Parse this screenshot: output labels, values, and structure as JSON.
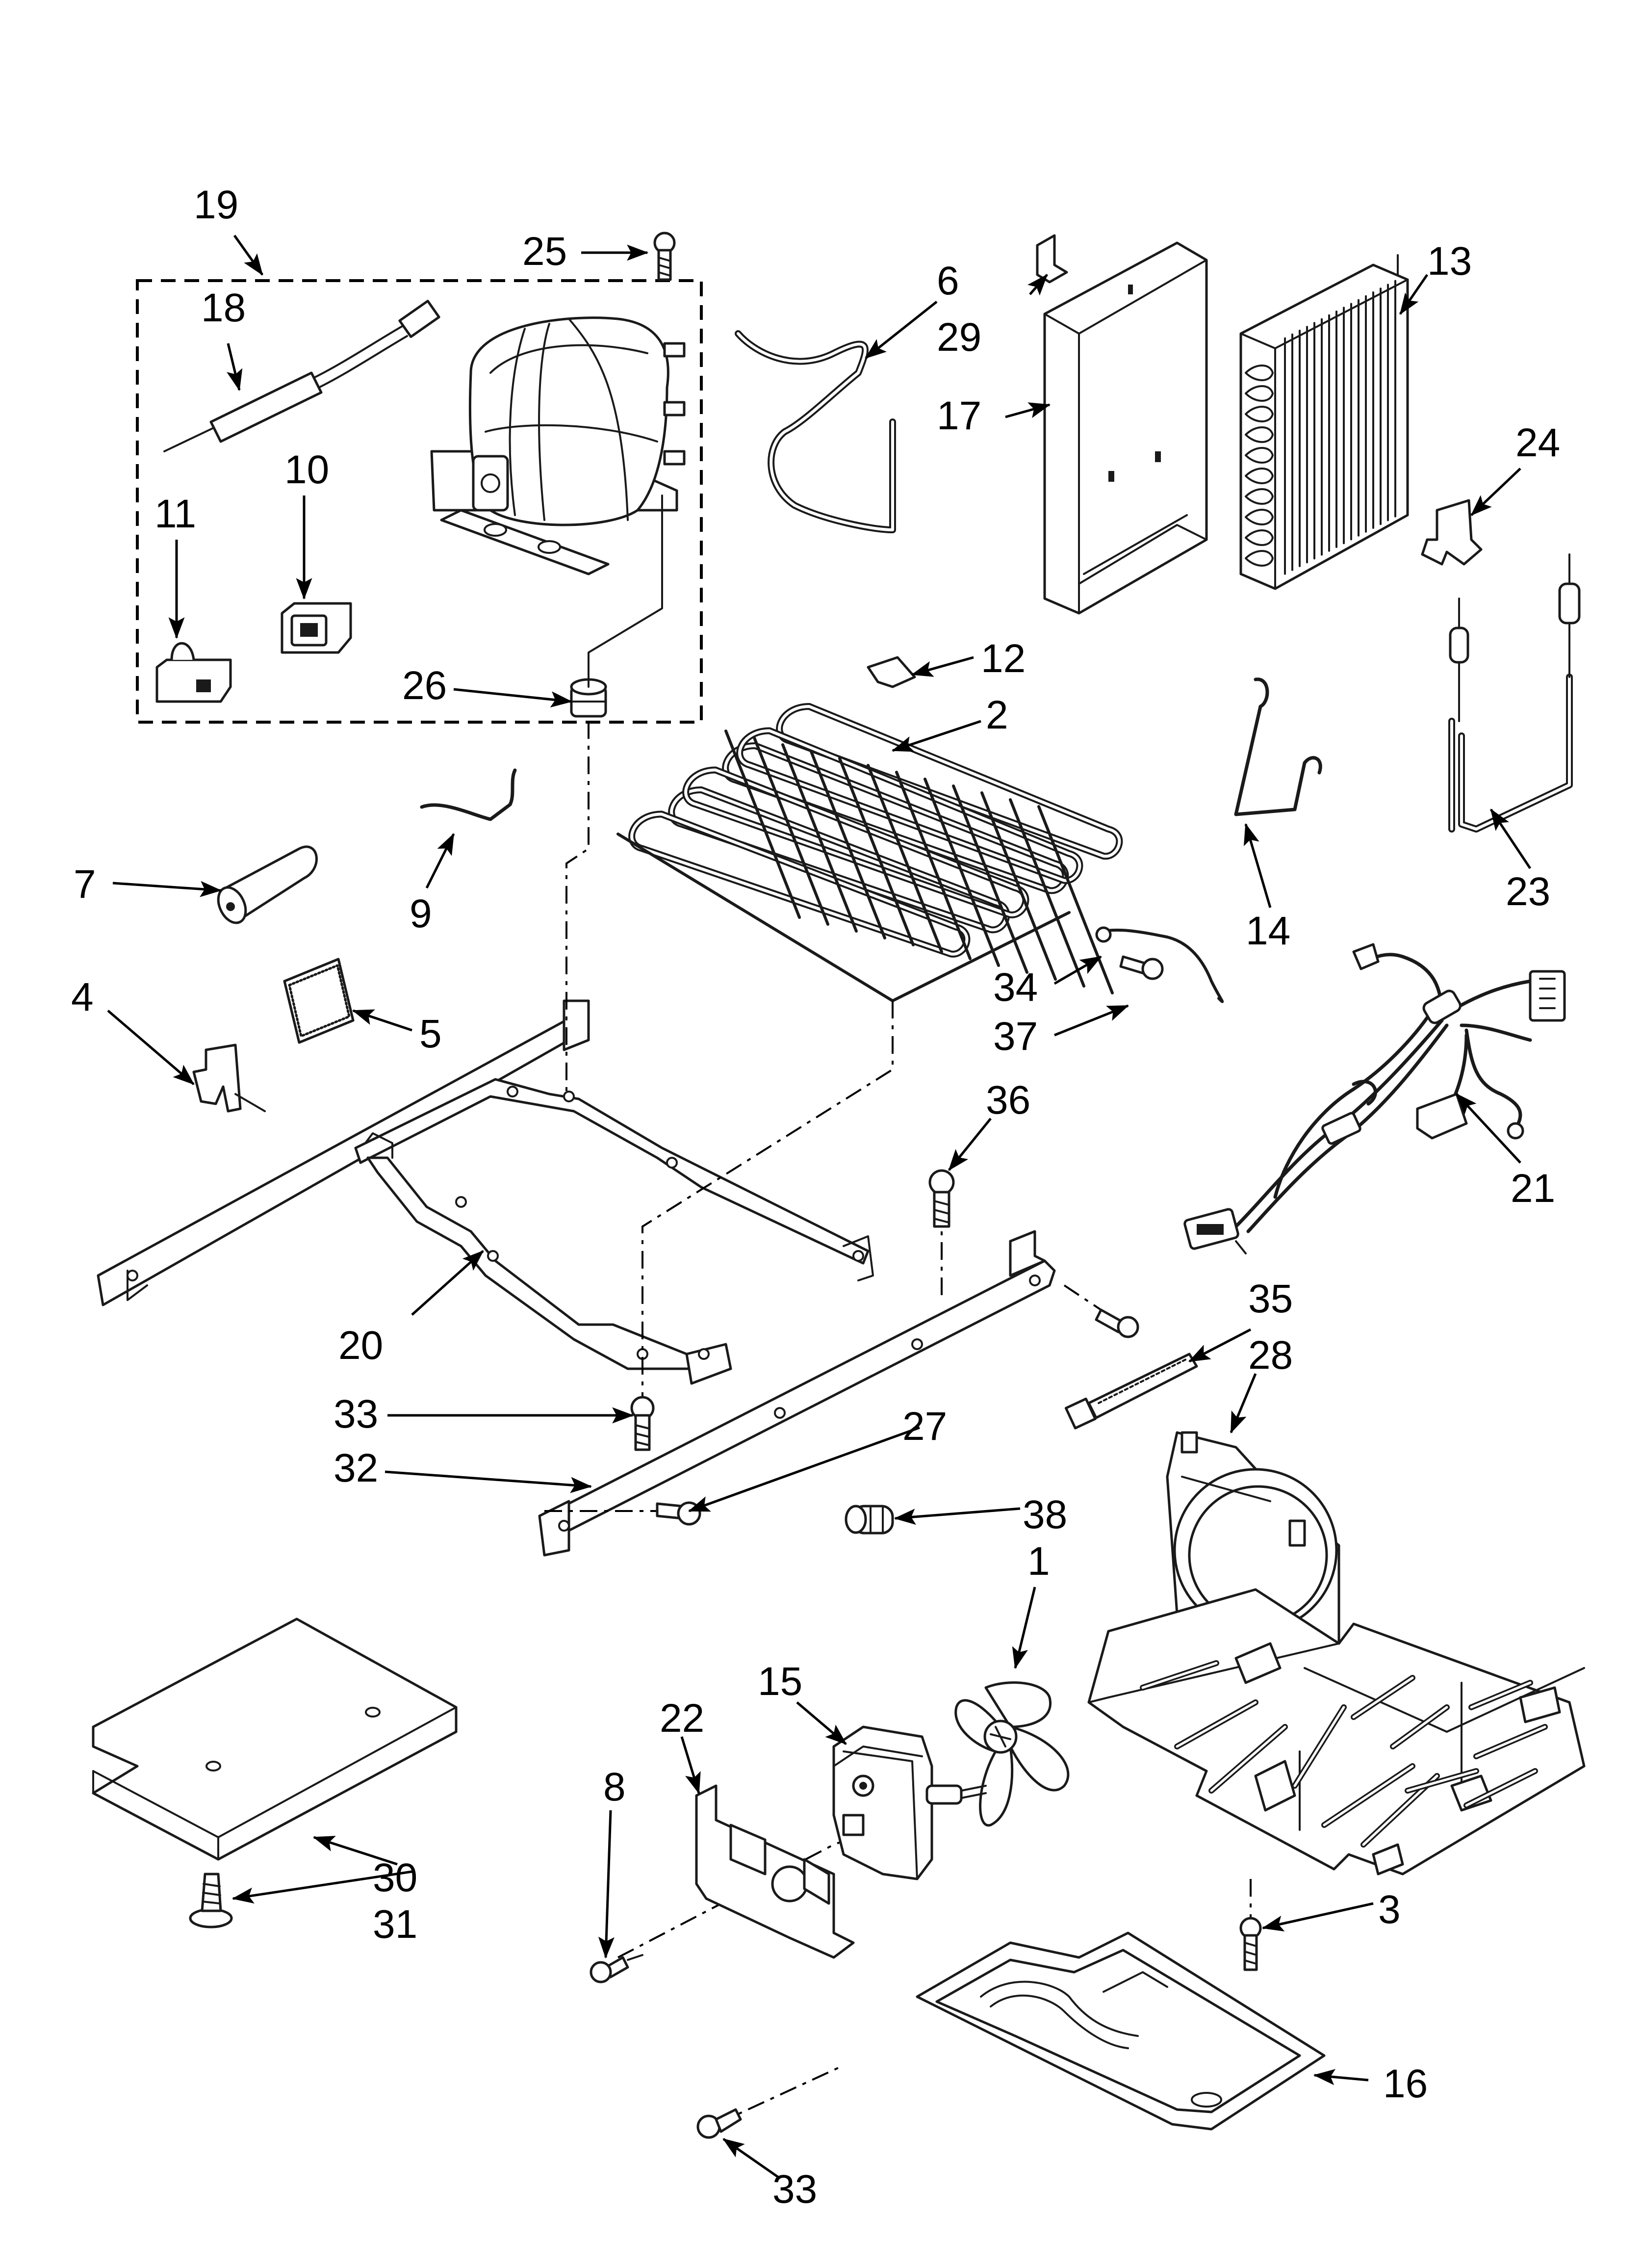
{
  "callouts": {
    "c1": "1",
    "c2": "2",
    "c3": "3",
    "c4": "4",
    "c5": "5",
    "c6": "6",
    "c7": "7",
    "c8": "8",
    "c9": "9",
    "c10": "10",
    "c11": "11",
    "c12": "12",
    "c13": "13",
    "c14": "14",
    "c15": "15",
    "c16": "16",
    "c17": "17",
    "c18": "18",
    "c19": "19",
    "c20": "20",
    "c21": "21",
    "c22": "22",
    "c23": "23",
    "c24": "24",
    "c25": "25",
    "c26": "26",
    "c27": "27",
    "c28": "28",
    "c29": "29",
    "c30": "30",
    "c31": "31",
    "c32": "32",
    "c33a": "33",
    "c33b": "33",
    "c34": "34",
    "c35": "35",
    "c36": "36",
    "c37": "37",
    "c38": "38"
  }
}
